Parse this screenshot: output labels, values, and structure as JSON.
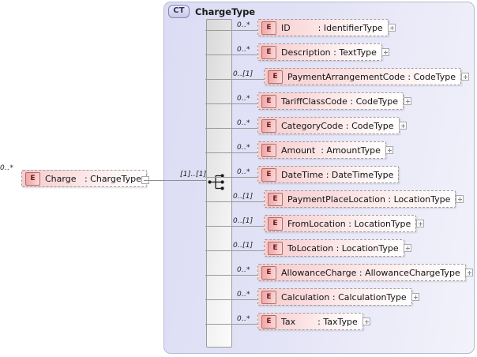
{
  "diagram": {
    "type": "xsd-complextype",
    "container_title": "ChargeType",
    "container_badge": "CT",
    "compositor": "sequence",
    "compositor_occurs": "[1]..[1]"
  },
  "source_element": {
    "name": "Charge",
    "separator": ":",
    "type": "ChargeType",
    "label": "Charge   : ChargeType",
    "badge": "E",
    "occurs": "0..*",
    "expander": "minus"
  },
  "elements": [
    {
      "name": "ID",
      "type": "IdentifierType",
      "label": "ID          : IdentifierType",
      "badge": "E",
      "occurs": "0..*",
      "expander": "plus"
    },
    {
      "name": "Description",
      "type": "TextType",
      "label": "Description : TextType",
      "badge": "E",
      "occurs": "0..*",
      "expander": "plus"
    },
    {
      "name": "PaymentArrangementCode",
      "type": "CodeType",
      "label": "PaymentArrangementCode : CodeType",
      "badge": "E",
      "occurs": "0..[1]",
      "expander": "plus"
    },
    {
      "name": "TariffClassCode",
      "type": "CodeType",
      "label": "TariffClassCode : CodeType",
      "badge": "E",
      "occurs": "0..*",
      "expander": "plus"
    },
    {
      "name": "CategoryCode",
      "type": "CodeType",
      "label": "CategoryCode : CodeType",
      "badge": "E",
      "occurs": "0..*",
      "expander": "plus"
    },
    {
      "name": "Amount",
      "type": "AmountType",
      "label": "Amount  : AmountType",
      "badge": "E",
      "occurs": "0..*",
      "expander": "plus"
    },
    {
      "name": "DateTime",
      "type": "DateTimeType",
      "label": "DateTime : DateTimeType",
      "badge": "E",
      "occurs": "0..*",
      "expander": "none"
    },
    {
      "name": "PaymentPlaceLocation",
      "type": "LocationType",
      "label": "PaymentPlaceLocation : LocationType",
      "badge": "E",
      "occurs": "0..[1]",
      "expander": "plus"
    },
    {
      "name": "FromLocation",
      "type": "LocationType",
      "label": "FromLocation : LocationType",
      "badge": "E",
      "occurs": "0..[1]",
      "expander": "plus"
    },
    {
      "name": "ToLocation",
      "type": "LocationType",
      "label": "ToLocation : LocationType",
      "badge": "E",
      "occurs": "0..[1]",
      "expander": "plus"
    },
    {
      "name": "AllowanceCharge",
      "type": "AllowanceChargeType",
      "label": "AllowanceCharge : AllowanceChargeType",
      "badge": "E",
      "occurs": "0..*",
      "expander": "plus"
    },
    {
      "name": "Calculation",
      "type": "CalculationType",
      "label": "Calculation : CalculationType",
      "badge": "E",
      "occurs": "0..*",
      "expander": "plus"
    },
    {
      "name": "Tax",
      "type": "TaxType",
      "label": "Tax        : TaxType",
      "badge": "E",
      "occurs": "0..*",
      "expander": "plus"
    }
  ],
  "colors": {
    "container_bg": "#e2e2f6",
    "container_border": "#b9b9cf",
    "element_fill": "#fadadb",
    "element_border": "#9d9d9d",
    "badge_fill": "#efa6a6",
    "compositor_bg": "#e6e6e6",
    "connector": "#9a9a9a",
    "page_bg": "#ffffff"
  }
}
